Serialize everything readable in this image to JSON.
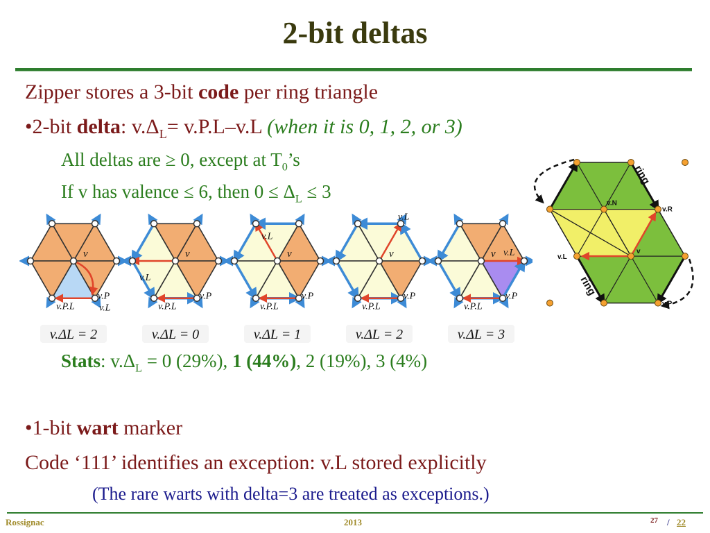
{
  "slide": {
    "title": "2-bit deltas",
    "line1": {
      "a": "Zipper stores a 3-bit ",
      "b": "code",
      "c": " per ring triangle"
    },
    "line2": {
      "a": "•2-bit ",
      "b": "delta",
      "c": ": v.Δ",
      "sub": "L",
      "d": "= v.P.L–v.L ",
      "e": "(when it is 0, 1, 2, or 3)"
    },
    "line3": {
      "a": "All deltas are ≥ 0, except at T",
      "sub": "0",
      "b": "’s"
    },
    "line4": {
      "a": "If v has valence ≤ 6, then  0 ≤ Δ",
      "sub": "L",
      "b": " ≤ 3"
    },
    "stats": {
      "label": "Stats",
      "a": ": v.Δ",
      "sub": "L",
      "b": " = 0 (29%), ",
      "c": "1 (44%)",
      "d": ", 2 (19%), 3 (4%)"
    },
    "line6": {
      "a": "•1-bit ",
      "b": "wart",
      "c": " marker"
    },
    "line7": "Code ‘111’ identifies an exception: v.L stored explicitly",
    "line8": "(The rare warts with delta=3 are treated as exceptions.)"
  },
  "hexagons": [
    {
      "caption": "v.Δ_L = 2",
      "v": "v",
      "p": "v.P",
      "pl": "v.P.L",
      "l": "v.L",
      "lpos": "lower-right"
    },
    {
      "caption": "v.Δ_L = 0",
      "v": "v",
      "p": "v.P",
      "pl": "v.P.L",
      "l": "v.L",
      "lpos": "left"
    },
    {
      "caption": "v.Δ_L = 1",
      "v": "v",
      "p": "v.P",
      "pl": "v.P.L",
      "l": "v.L",
      "lpos": "upper-left"
    },
    {
      "caption": "v.Δ_L = 2",
      "v": "v",
      "p": "v.P",
      "pl": "v.P.L",
      "l": "v.L",
      "lpos": "top"
    },
    {
      "caption": "v.Δ_L = 3",
      "v": "v",
      "p": "v.P",
      "pl": "v.P.L",
      "l": "v.L",
      "lpos": "upper-right"
    }
  ],
  "ring_figure": {
    "ring_label": "ring",
    "labels": {
      "n": "v.N",
      "r": "v.R",
      "v": "v",
      "l": "v.L",
      "p": "v.P"
    }
  },
  "footer": {
    "author": "Rossignac",
    "year": "2013",
    "page": "27",
    "sep": "/",
    "total": "22"
  },
  "colors": {
    "orange_tri": "#f2ad72",
    "cream_tri": "#fbfbd8",
    "blue_tri": "#b8d8f5",
    "purple_tri": "#a98cf0",
    "blue_arrow": "#3d8bd6",
    "red_arrow": "#e0452a",
    "ring_green": "#7cbf3d",
    "ring_yellow": "#f1ef68"
  }
}
